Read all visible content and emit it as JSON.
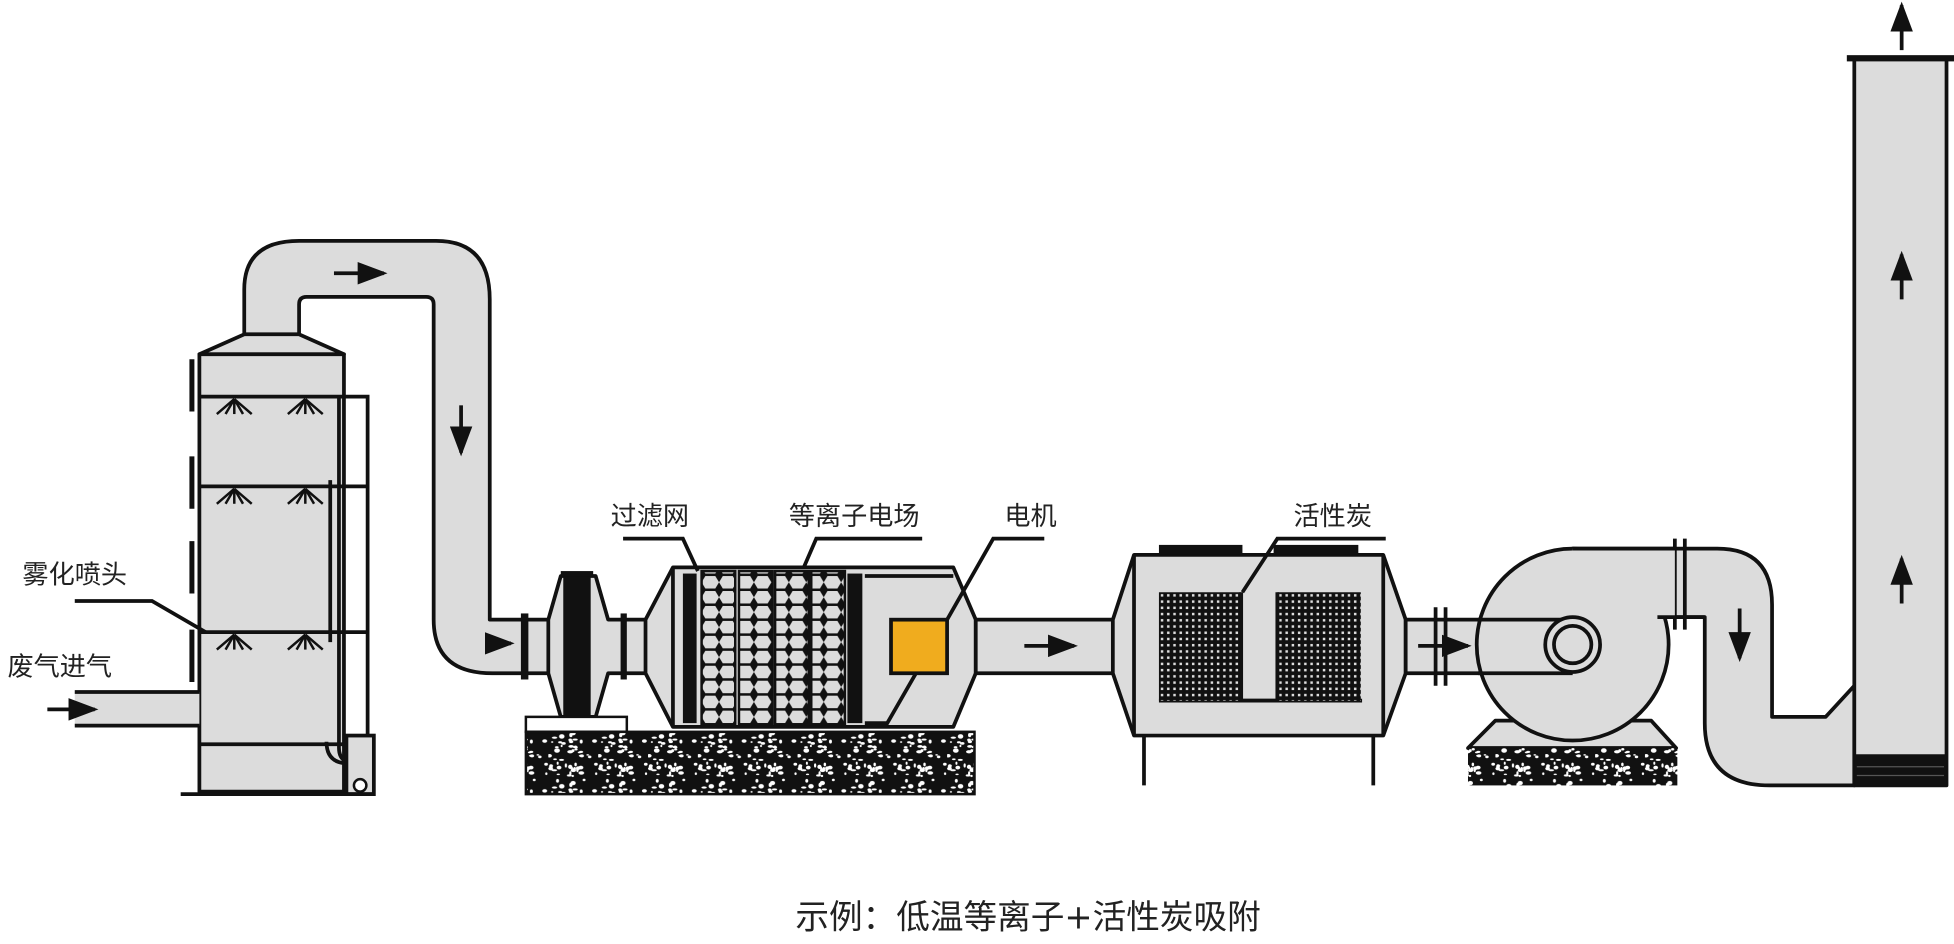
{
  "labels": {
    "nozzle": "雾化喷头",
    "inlet": "废气进气",
    "filter": "过滤网",
    "plasma": "等离子电场",
    "motor": "电机",
    "carbon": "活性炭"
  },
  "caption": "示例：低温等离子+活性炭吸附",
  "colors": {
    "body": "#dcdcdc",
    "stroke": "#111111",
    "motor": "#f0ac1e",
    "background": "#ffffff"
  }
}
